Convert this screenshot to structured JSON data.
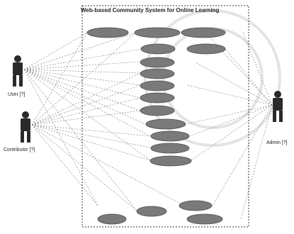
{
  "diagram": {
    "system_title": "Web-based Community System for Online Learning",
    "actors": {
      "user": {
        "label": "User [?]"
      },
      "contributor": {
        "label": "Contributor [?]"
      },
      "admin": {
        "label": "Admin [?]"
      }
    },
    "colors": {
      "actor_fill": "#2a2a2a",
      "usecase_fill": "#7a7a7a",
      "usecase_stroke": "#4a4a4a",
      "line": "#8a8a8a",
      "boundary": "#333333"
    }
  }
}
